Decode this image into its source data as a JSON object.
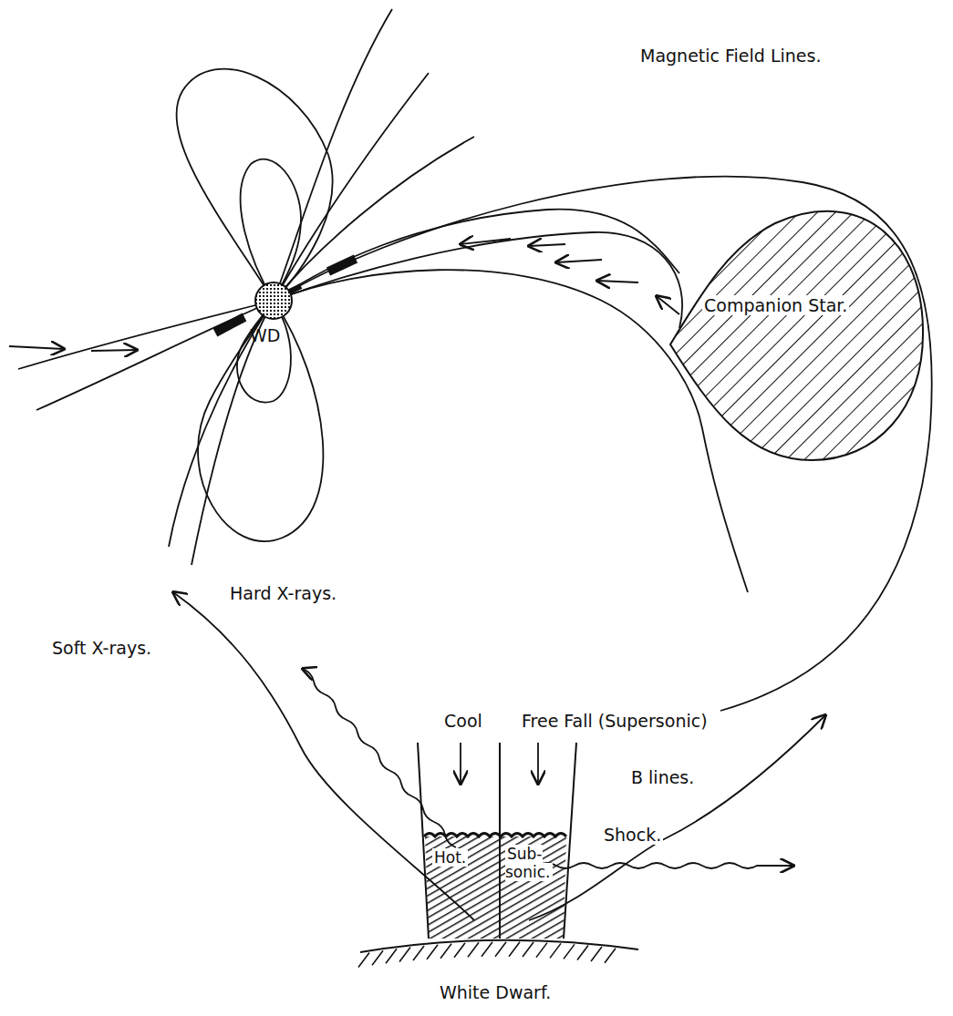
{
  "diagram": {
    "nodes": [
      {
        "text": [
          "Companion Star."
        ]
      },
      {
        "text": [
          "WD"
        ]
      },
      {
        "text": [
          "Hot."
        ]
      },
      {
        "text": [
          "Sub- sonic."
        ]
      }
    ],
    "labels": [
      "Magnetic Field Lines.",
      "Hard X-rays.",
      "Soft X-rays.",
      "Cool",
      "Free Fall (Supersonic)",
      "B lines.",
      "Shock.",
      "White Dwarf."
    ]
  }
}
